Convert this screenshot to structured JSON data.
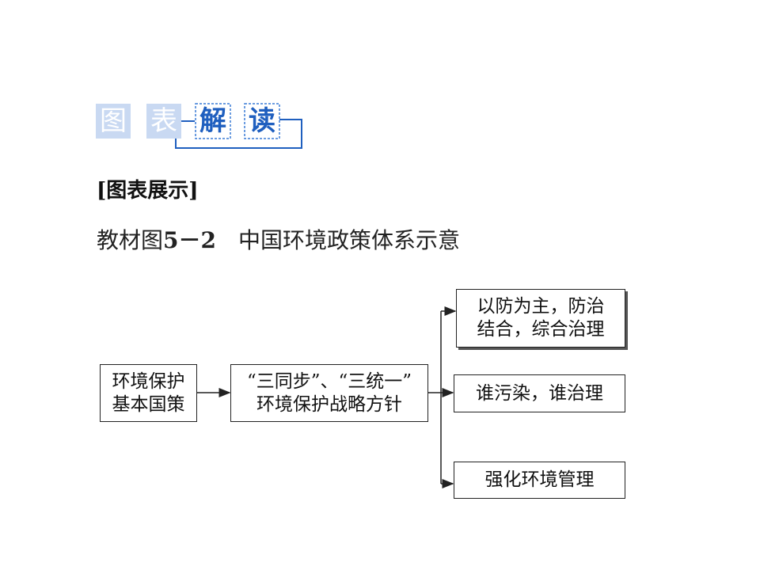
{
  "banner": {
    "chars": [
      "图",
      "表",
      "解",
      "读"
    ]
  },
  "heading": "[图表展示]",
  "caption": {
    "prefix": "教材图",
    "number": "5－2",
    "title": "中国环境政策体系示意"
  },
  "diagram": {
    "policy": {
      "line1": "环境保护",
      "line2": "基本国策"
    },
    "guideline": {
      "line1": "“三同步”、“三统一”",
      "line2": "环境保护战略方针"
    },
    "principles": [
      {
        "line1": "以防为主，防治",
        "line2": "结合，综合治理"
      },
      {
        "line1": "谁污染，谁治理",
        "line2": ""
      },
      {
        "line1": "强化环境管理",
        "line2": ""
      }
    ]
  },
  "colors": {
    "banner_tile": "#c9d9f2",
    "banner_accent": "#1f5fbf",
    "banner_dash": "#3a7bd5"
  }
}
